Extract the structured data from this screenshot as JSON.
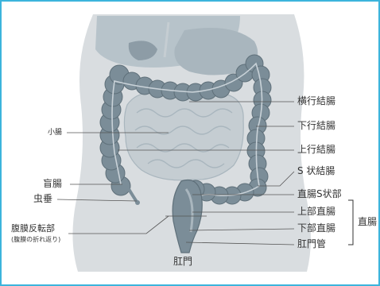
{
  "colors": {
    "frame": "#3cb4dc",
    "body": "#d9dde0",
    "organ": "#9aaab4",
    "colon": "#7b8d98",
    "colon_light": "#a9b6be",
    "small_intestine": "#c5cdd2",
    "line": "#555555"
  },
  "labels": {
    "small_intestine": "小腸",
    "transverse_colon": "横行結腸",
    "descending_colon": "下行結腸",
    "ascending_colon": "上行結腸",
    "sigmoid_colon": "S 状結腸",
    "cecum": "盲腸",
    "appendix": "虫垂",
    "rectosigmoid": "直腸S状部",
    "upper_rectum": "上部直腸",
    "lower_rectum": "下部直腸",
    "rectum": "直腸",
    "anal_canal": "肛門管",
    "peritoneal_reflection": "腹膜反転部",
    "peritoneal_reflection_note": "(腹膜の折れ返り)",
    "anus": "肛門"
  }
}
